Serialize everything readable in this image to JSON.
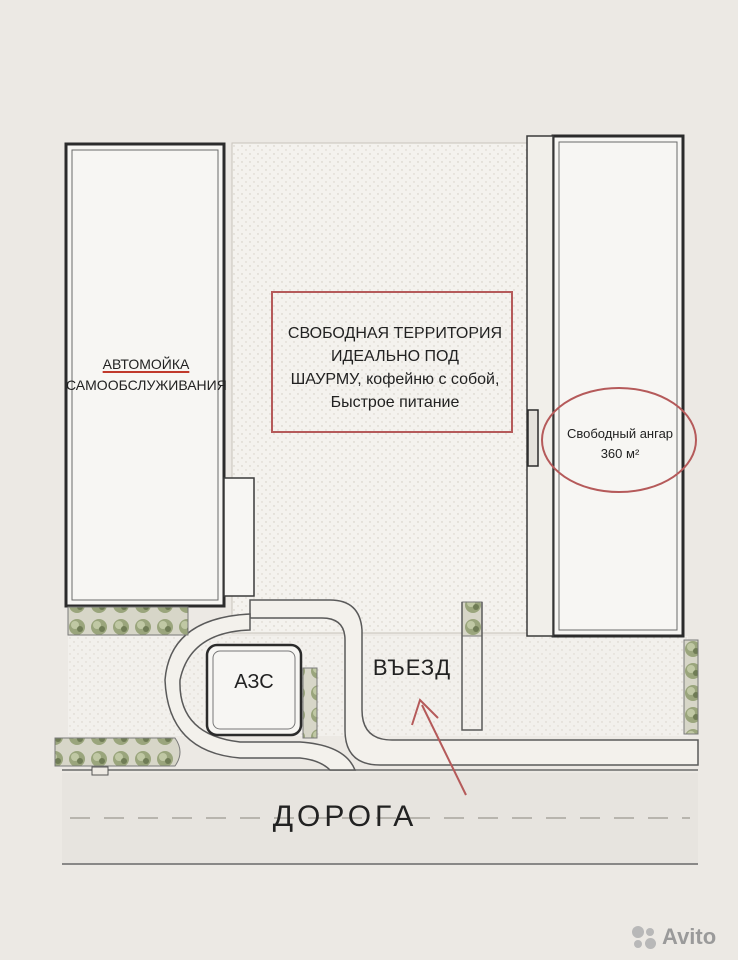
{
  "labels": {
    "free_territory": [
      "СВОБОДНАЯ ТЕРРИТОРИЯ",
      "ИДЕАЛЬНО ПОД",
      "ШАУРМУ, кофейню с собой,",
      "Быстрое питание"
    ],
    "car_wash": [
      "АВТОМОЙКА",
      "САМООБСЛУЖИВАНИЯ"
    ],
    "hangar": [
      "Свободный ангар",
      "360 м²"
    ],
    "gas_station": "АЗС",
    "entry": "ВЪЕЗД",
    "road": "ДОРОГА"
  },
  "watermark": {
    "text": "Avito",
    "icon": "avito-logo-icon"
  },
  "colors": {
    "background": "#ece9e4",
    "building_outline": "#2b2b2b",
    "highlight_red": "#b55a5a",
    "shrub": "#8a9a6a",
    "dotted_area": "#f3f1ec"
  }
}
